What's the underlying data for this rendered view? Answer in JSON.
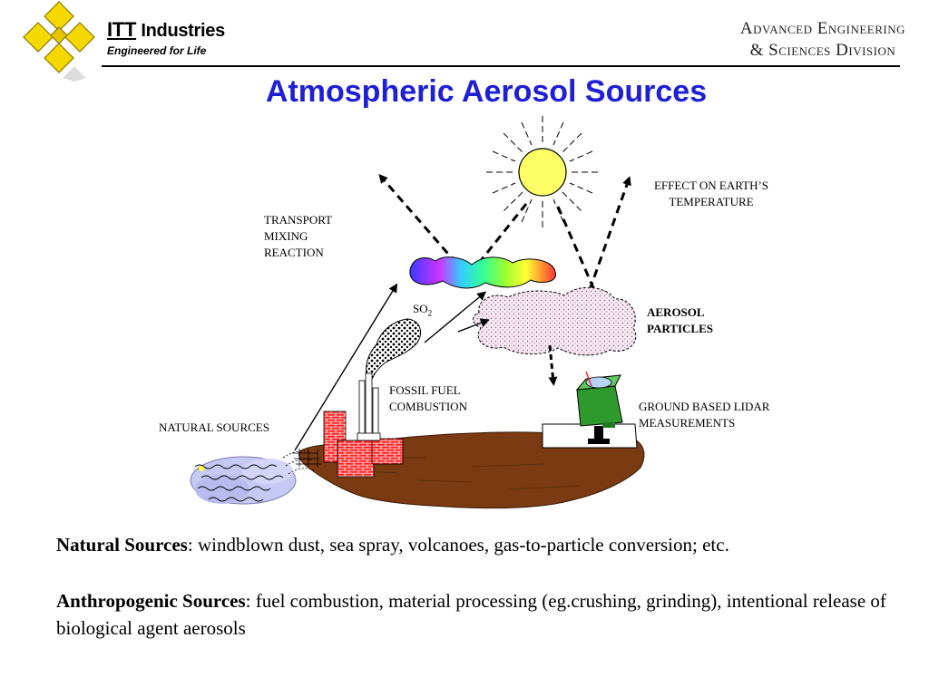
{
  "header": {
    "brand_name_part1": "ITT",
    "brand_name_part2": " Industries",
    "brand_tagline": "Engineered for Life",
    "division_line1": "Advanced Engineering",
    "division_line2": "& Sciences Division"
  },
  "title": "Atmospheric Aerosol Sources",
  "diagram": {
    "labels": {
      "effect_on_temperature": "EFFECT ON EARTH’S\nTEMPERATURE",
      "transport": "TRANSPORT\nMIXING\nREACTION",
      "so2_main": "SO",
      "so2_sub": "2",
      "aerosol_particles": "AEROSOL\nPARTICLES",
      "fossil_fuel": "FOSSIL FUEL\nCOMBUSTION",
      "ground_lidar": "GROUND BASED LIDAR\nMEASUREMENTS",
      "natural_sources": "NATURAL SOURCES"
    },
    "colors": {
      "sun": "#ffff66",
      "ground": "#7a3b12",
      "factory": "#ff2222",
      "lidar": "#2e9a2e",
      "water": "#c7c9f5"
    }
  },
  "notes": {
    "natural_term": "Natural Sources",
    "natural_text": ": windblown dust, sea spray, volcanoes, gas-to-particle conversion; etc.",
    "anthro_term": "Anthropogenic Sources",
    "anthro_text": ": fuel combustion, material processing (eg.crushing, grinding), intentional release of biological agent aerosols"
  }
}
